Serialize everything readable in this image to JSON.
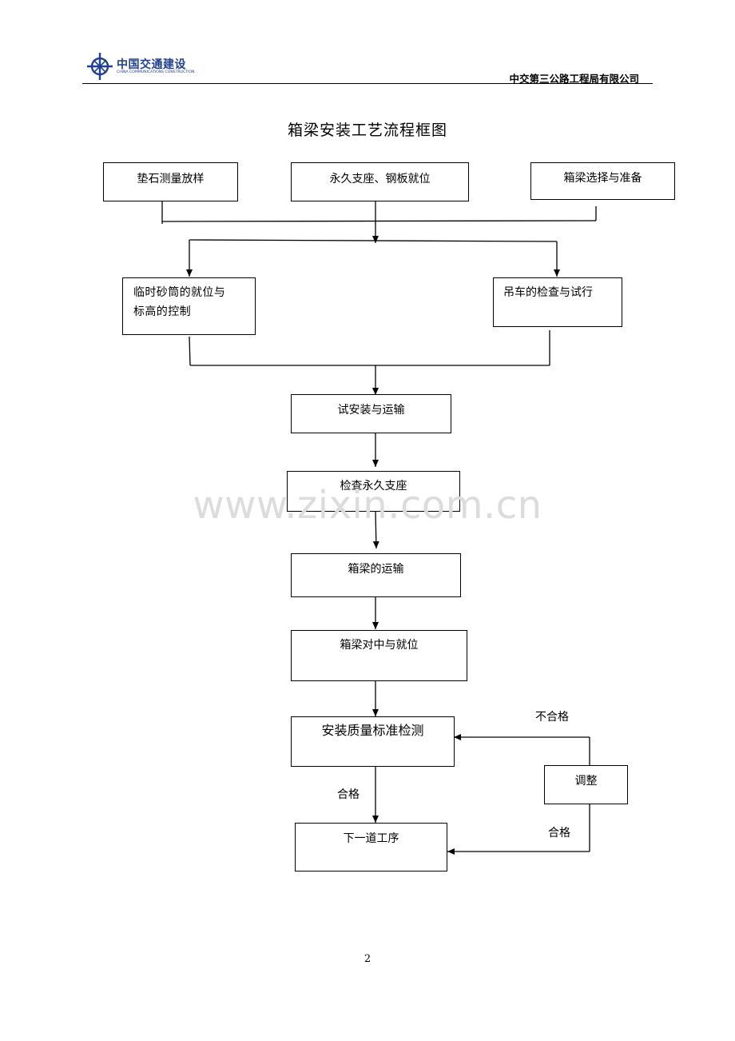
{
  "header": {
    "logo_cn": "中国交通建设",
    "logo_en": "CHINA COMMUNICATIONS CONSTRUCTION",
    "company": "中交第三公路工程局有限公司"
  },
  "title": "箱梁安装工艺流程框图",
  "nodes": {
    "pad_survey": "垫石测量放样",
    "bearing_plate": "永久支座、钢板就位",
    "girder_prep": "箱梁选择与准备",
    "sand_cylinder_line1": "临时砂筒的就位与",
    "sand_cylinder_line2": "标高的控制",
    "crane_check": "吊车的检查与试行",
    "trial_install": "试安装与运输",
    "check_bearing": "检查永久支座",
    "girder_transport": "箱梁的运输",
    "girder_align": "箱梁对中与就位",
    "quality_check": "安装质量标准检测",
    "adjust": "调整",
    "next_step": "下一道工序"
  },
  "edge_labels": {
    "fail": "不合格",
    "pass_down": "合格",
    "pass_back": "合格"
  },
  "watermark": "www.zixin.com.cn",
  "page_number": "2"
}
